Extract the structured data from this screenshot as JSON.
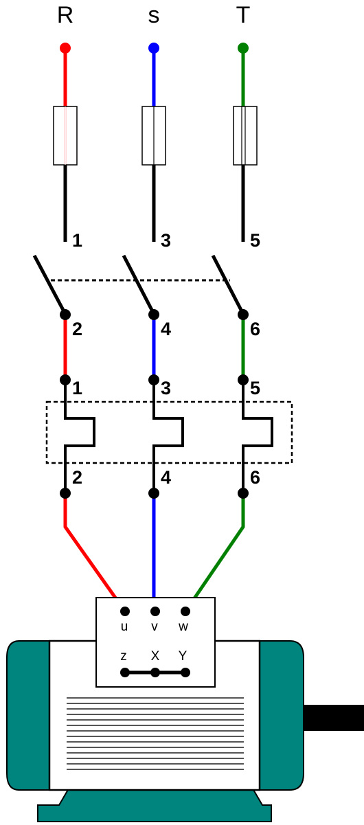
{
  "phases": [
    {
      "label": "R",
      "color": "#ff0000"
    },
    {
      "label": "s",
      "color": "#0000ff"
    },
    {
      "label": "T",
      "color": "#008000"
    }
  ],
  "switch_terminals": {
    "top": [
      "1",
      "3",
      "5"
    ],
    "bottom": [
      "2",
      "4",
      "6"
    ]
  },
  "relay_terminals": {
    "top": [
      "1",
      "3",
      "5"
    ],
    "bottom": [
      "2",
      "4",
      "6"
    ]
  },
  "motor": {
    "terminals_top": [
      "u",
      "v",
      "w"
    ],
    "terminals_bottom": [
      "z",
      "X",
      "Y"
    ],
    "body_color": "#00847e"
  }
}
